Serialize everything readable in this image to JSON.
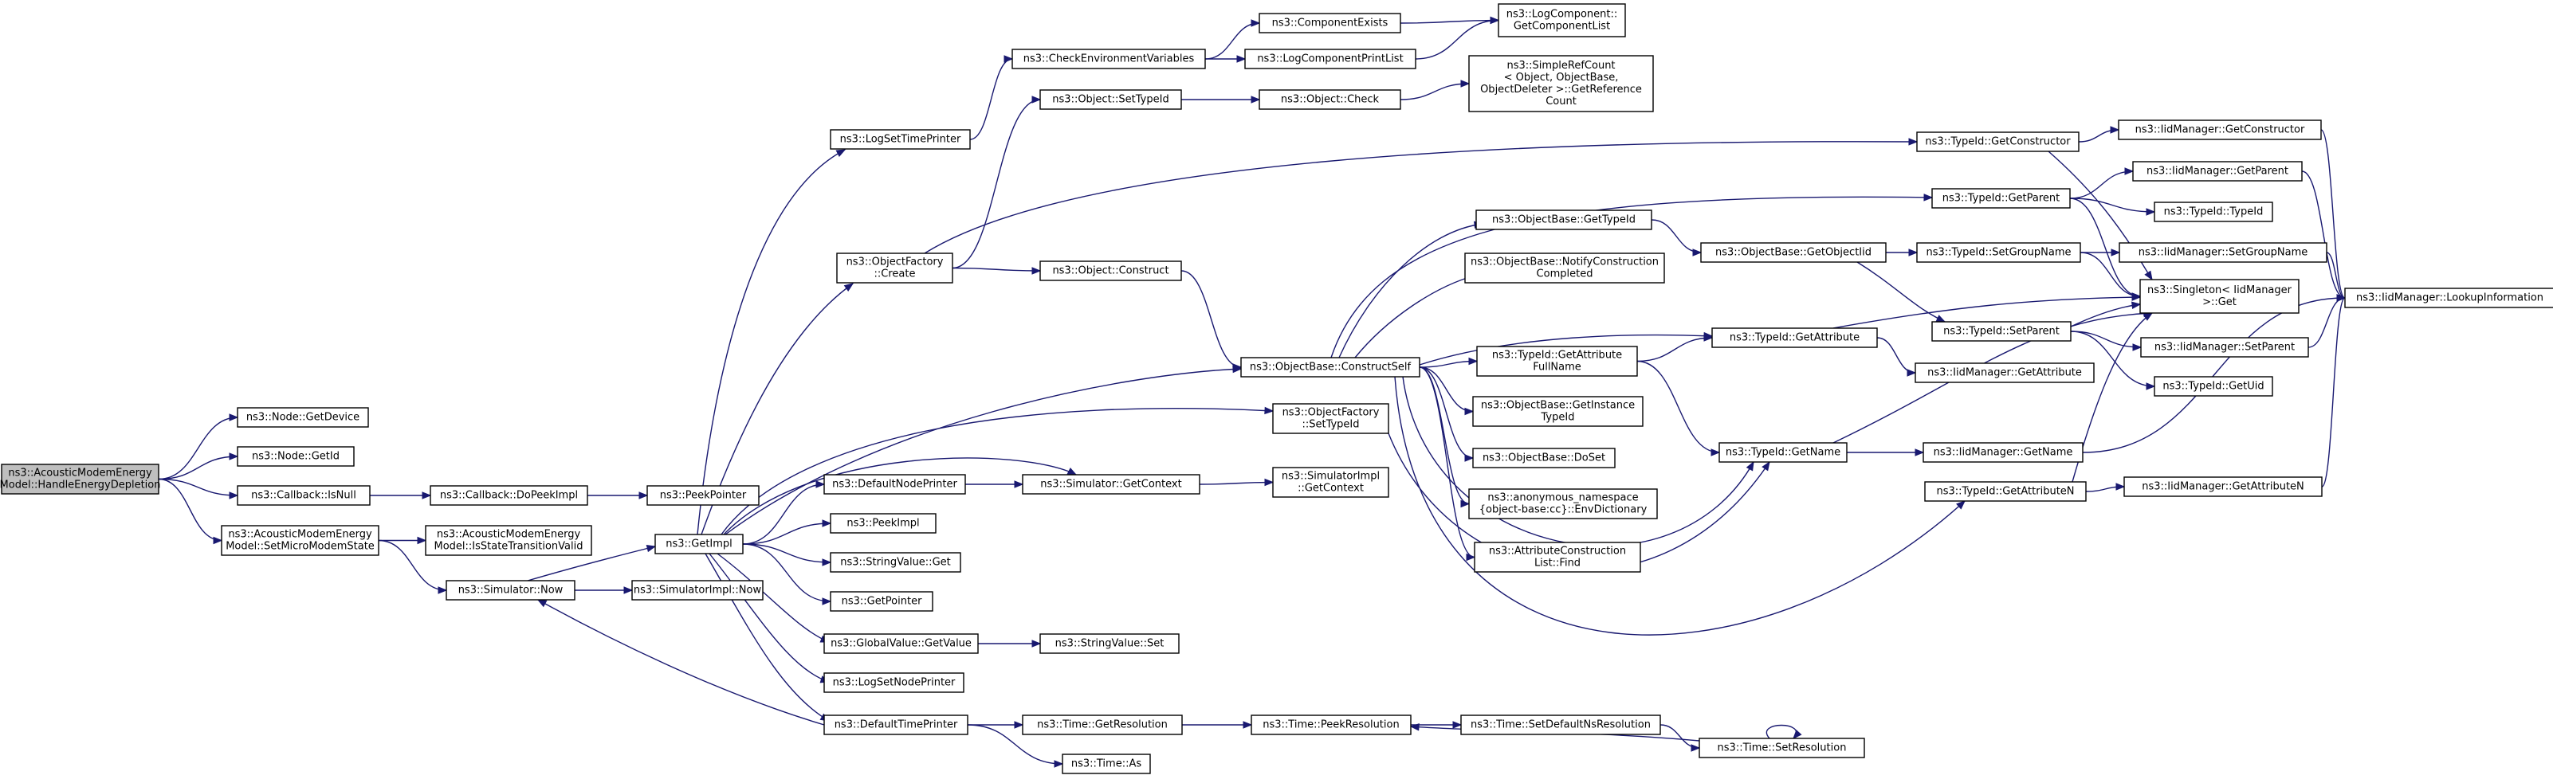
{
  "graph": {
    "colors": {
      "edge": "#191970",
      "node_fill": "#ffffff",
      "root_fill": "#bfbfbf",
      "node_border": "#000000"
    },
    "nodes": [
      {
        "id": "root",
        "lines": [
          "ns3::AcousticModemEnergy",
          "Model::HandleEnergyDepletion"
        ],
        "root": true
      },
      {
        "id": "getdevice",
        "lines": [
          "ns3::Node::GetDevice"
        ]
      },
      {
        "id": "nodegetid",
        "lines": [
          "ns3::Node::GetId"
        ]
      },
      {
        "id": "isnull",
        "lines": [
          "ns3::Callback::IsNull"
        ]
      },
      {
        "id": "setmicro",
        "lines": [
          "ns3::AcousticModemEnergy",
          "Model::SetMicroModemState"
        ]
      },
      {
        "id": "dopeekimpl",
        "lines": [
          "ns3::Callback::DoPeekImpl"
        ]
      },
      {
        "id": "peekpointer",
        "lines": [
          "ns3::PeekPointer"
        ]
      },
      {
        "id": "isstatevalid",
        "lines": [
          "ns3::AcousticModemEnergy",
          "Model::IsStateTransitionValid"
        ]
      },
      {
        "id": "getimpl",
        "lines": [
          "ns3::GetImpl"
        ]
      },
      {
        "id": "simnow",
        "lines": [
          "ns3::Simulator::Now"
        ]
      },
      {
        "id": "simimplnow",
        "lines": [
          "ns3::SimulatorImpl::Now"
        ]
      },
      {
        "id": "logsettimeprinter",
        "lines": [
          "ns3::LogSetTimePrinter"
        ]
      },
      {
        "id": "ofcreate",
        "lines": [
          "ns3::ObjectFactory",
          "::Create"
        ]
      },
      {
        "id": "defaultnodeprinter",
        "lines": [
          "ns3::DefaultNodePrinter"
        ]
      },
      {
        "id": "peekimpl",
        "lines": [
          "ns3::PeekImpl"
        ]
      },
      {
        "id": "stringvalueget",
        "lines": [
          "ns3::StringValue::Get"
        ]
      },
      {
        "id": "getpointer",
        "lines": [
          "ns3::GetPointer"
        ]
      },
      {
        "id": "gvgetvalue",
        "lines": [
          "ns3::GlobalValue::GetValue"
        ]
      },
      {
        "id": "logsetnodeprinter",
        "lines": [
          "ns3::LogSetNodePrinter"
        ]
      },
      {
        "id": "defaulttimeprinter",
        "lines": [
          "ns3::DefaultTimePrinter"
        ]
      },
      {
        "id": "checkenv",
        "lines": [
          "ns3::CheckEnvironmentVariables"
        ]
      },
      {
        "id": "objsettypeid",
        "lines": [
          "ns3::Object::SetTypeId"
        ]
      },
      {
        "id": "objconstruct",
        "lines": [
          "ns3::Object::Construct"
        ]
      },
      {
        "id": "simgetcontext",
        "lines": [
          "ns3::Simulator::GetContext"
        ]
      },
      {
        "id": "stringvalueset",
        "lines": [
          "ns3::StringValue::Set"
        ]
      },
      {
        "id": "timegetres",
        "lines": [
          "ns3::Time::GetResolution"
        ]
      },
      {
        "id": "timeas",
        "lines": [
          "ns3::Time::As"
        ]
      },
      {
        "id": "compexists",
        "lines": [
          "ns3::ComponentExists"
        ]
      },
      {
        "id": "logcompprintlist",
        "lines": [
          "ns3::LogComponentPrintList"
        ]
      },
      {
        "id": "objcheck",
        "lines": [
          "ns3::Object::Check"
        ]
      },
      {
        "id": "obconstructself",
        "lines": [
          "ns3::ObjectBase::ConstructSelf"
        ]
      },
      {
        "id": "ofsettypeid",
        "lines": [
          "ns3::ObjectFactory",
          "::SetTypeId"
        ]
      },
      {
        "id": "simimplgetcontext",
        "lines": [
          "ns3::SimulatorImpl",
          "::GetContext"
        ]
      },
      {
        "id": "timepeekres",
        "lines": [
          "ns3::Time::PeekResolution"
        ]
      },
      {
        "id": "logcompgetlist",
        "lines": [
          "ns3::LogComponent::",
          "GetComponentList"
        ]
      },
      {
        "id": "simplerefcount",
        "lines": [
          "ns3::SimpleRefCount",
          "< Object, ObjectBase,",
          "ObjectDeleter >::GetReference",
          "Count"
        ]
      },
      {
        "id": "obgettypeid",
        "lines": [
          "ns3::ObjectBase::GetTypeId"
        ]
      },
      {
        "id": "obnotify",
        "lines": [
          "ns3::ObjectBase::NotifyConstruction",
          "Completed"
        ]
      },
      {
        "id": "tidgetattrfull",
        "lines": [
          "ns3::TypeId::GetAttribute",
          "FullName"
        ]
      },
      {
        "id": "obgetinstance",
        "lines": [
          "ns3::ObjectBase::GetInstance",
          "TypeId"
        ]
      },
      {
        "id": "obdoset",
        "lines": [
          "ns3::ObjectBase::DoSet"
        ]
      },
      {
        "id": "anonenv",
        "lines": [
          "ns3::anonymous_namespace",
          "{object-base:cc}::EnvDictionary"
        ]
      },
      {
        "id": "attrconstfind",
        "lines": [
          "ns3::AttributeConstruction",
          "List::Find"
        ]
      },
      {
        "id": "timesetdefault",
        "lines": [
          "ns3::Time::SetDefaultNsResolution"
        ]
      },
      {
        "id": "obgetobjectiid",
        "lines": [
          "ns3::ObjectBase::GetObjectIid"
        ]
      },
      {
        "id": "tidgetattr",
        "lines": [
          "ns3::TypeId::GetAttribute"
        ]
      },
      {
        "id": "tidgetname",
        "lines": [
          "ns3::TypeId::GetName"
        ]
      },
      {
        "id": "timesetres",
        "lines": [
          "ns3::Time::SetResolution"
        ]
      },
      {
        "id": "tidgetconstructor",
        "lines": [
          "ns3::TypeId::GetConstructor"
        ]
      },
      {
        "id": "tidgetparent",
        "lines": [
          "ns3::TypeId::GetParent"
        ]
      },
      {
        "id": "tidsetgroupname",
        "lines": [
          "ns3::TypeId::SetGroupName"
        ]
      },
      {
        "id": "tidsetparent",
        "lines": [
          "ns3::TypeId::SetParent"
        ]
      },
      {
        "id": "iidgetattr",
        "lines": [
          "ns3::IidManager::GetAttribute"
        ]
      },
      {
        "id": "iidgetname",
        "lines": [
          "ns3::IidManager::GetName"
        ]
      },
      {
        "id": "tidgetattrn",
        "lines": [
          "ns3::TypeId::GetAttributeN"
        ]
      },
      {
        "id": "iidgetconstructor",
        "lines": [
          "ns3::IidManager::GetConstructor"
        ]
      },
      {
        "id": "iidgetparent",
        "lines": [
          "ns3::IidManager::GetParent"
        ]
      },
      {
        "id": "tidtypeid",
        "lines": [
          "ns3::TypeId::TypeId"
        ]
      },
      {
        "id": "iidsetgroupname",
        "lines": [
          "ns3::IidManager::SetGroupName"
        ]
      },
      {
        "id": "singletonget",
        "lines": [
          "ns3::Singleton< IidManager",
          ">::Get"
        ]
      },
      {
        "id": "iidsetparent",
        "lines": [
          "ns3::IidManager::SetParent"
        ]
      },
      {
        "id": "tidgetuid",
        "lines": [
          "ns3::TypeId::GetUid"
        ]
      },
      {
        "id": "iidgetattrn",
        "lines": [
          "ns3::IidManager::GetAttributeN"
        ]
      },
      {
        "id": "iidlookup",
        "lines": [
          "ns3::IidManager::LookupInformation"
        ]
      }
    ],
    "edges": [
      [
        "root",
        "getdevice"
      ],
      [
        "root",
        "nodegetid"
      ],
      [
        "root",
        "isnull"
      ],
      [
        "root",
        "setmicro"
      ],
      [
        "isnull",
        "dopeekimpl"
      ],
      [
        "dopeekimpl",
        "peekpointer"
      ],
      [
        "setmicro",
        "isstatevalid"
      ],
      [
        "setmicro",
        "simnow"
      ],
      [
        "simnow",
        "getimpl"
      ],
      [
        "simnow",
        "simimplnow"
      ],
      [
        "getimpl",
        "logsettimeprinter"
      ],
      [
        "getimpl",
        "ofcreate"
      ],
      [
        "getimpl",
        "defaultnodeprinter"
      ],
      [
        "getimpl",
        "peekimpl"
      ],
      [
        "getimpl",
        "stringvalueget"
      ],
      [
        "getimpl",
        "getpointer"
      ],
      [
        "getimpl",
        "gvgetvalue"
      ],
      [
        "getimpl",
        "logsetnodeprinter"
      ],
      [
        "getimpl",
        "defaulttimeprinter"
      ],
      [
        "getimpl",
        "ofsettypeid"
      ],
      [
        "getimpl",
        "obconstructself"
      ],
      [
        "getimpl",
        "simgetcontext"
      ],
      [
        "logsettimeprinter",
        "checkenv"
      ],
      [
        "checkenv",
        "compexists"
      ],
      [
        "checkenv",
        "logcompprintlist"
      ],
      [
        "compexists",
        "logcompgetlist"
      ],
      [
        "logcompprintlist",
        "logcompgetlist"
      ],
      [
        "ofcreate",
        "objsettypeid"
      ],
      [
        "ofcreate",
        "objconstruct"
      ],
      [
        "ofcreate",
        "tidgetconstructor"
      ],
      [
        "objsettypeid",
        "objcheck"
      ],
      [
        "objcheck",
        "simplerefcount"
      ],
      [
        "objconstruct",
        "obconstructself"
      ],
      [
        "defaultnodeprinter",
        "simgetcontext"
      ],
      [
        "simgetcontext",
        "simimplgetcontext"
      ],
      [
        "gvgetvalue",
        "stringvalueset"
      ],
      [
        "defaulttimeprinter",
        "timegetres"
      ],
      [
        "defaulttimeprinter",
        "timeas"
      ],
      [
        "defaulttimeprinter",
        "simnow"
      ],
      [
        "timegetres",
        "timepeekres"
      ],
      [
        "timepeekres",
        "timesetdefault"
      ],
      [
        "timesetdefault",
        "timesetres"
      ],
      [
        "timesetres",
        "timepeekres"
      ],
      [
        "timesetres",
        "timesetres"
      ],
      [
        "obconstructself",
        "obgettypeid"
      ],
      [
        "obconstructself",
        "obnotify"
      ],
      [
        "obconstructself",
        "tidgetattrfull"
      ],
      [
        "obconstructself",
        "obgetinstance"
      ],
      [
        "obconstructself",
        "obdoset"
      ],
      [
        "obconstructself",
        "anonenv"
      ],
      [
        "obconstructself",
        "attrconstfind"
      ],
      [
        "obconstructself",
        "tidgetattr"
      ],
      [
        "obconstructself",
        "tidgetname"
      ],
      [
        "obconstructself",
        "tidgetparent"
      ],
      [
        "obconstructself",
        "tidgetattrn"
      ],
      [
        "obgettypeid",
        "obgetobjectiid"
      ],
      [
        "obgetobjectiid",
        "tidsetgroupname"
      ],
      [
        "obgetobjectiid",
        "tidsetparent"
      ],
      [
        "tidgetattrfull",
        "tidgetattr"
      ],
      [
        "tidgetattrfull",
        "tidgetname"
      ],
      [
        "tidgetattr",
        "singletonget"
      ],
      [
        "tidgetattr",
        "iidgetattr"
      ],
      [
        "tidgetname",
        "singletonget"
      ],
      [
        "tidgetname",
        "iidgetname"
      ],
      [
        "ofsettypeid",
        "tidgetname"
      ],
      [
        "tidgetconstructor",
        "iidgetconstructor"
      ],
      [
        "tidgetconstructor",
        "singletonget"
      ],
      [
        "tidgetparent",
        "iidgetparent"
      ],
      [
        "tidgetparent",
        "tidtypeid"
      ],
      [
        "tidgetparent",
        "singletonget"
      ],
      [
        "tidsetgroupname",
        "iidsetgroupname"
      ],
      [
        "tidsetgroupname",
        "singletonget"
      ],
      [
        "tidsetparent",
        "singletonget"
      ],
      [
        "tidsetparent",
        "iidsetparent"
      ],
      [
        "tidsetparent",
        "tidgetuid"
      ],
      [
        "tidgetattrn",
        "singletonget"
      ],
      [
        "tidgetattrn",
        "iidgetattrn"
      ],
      [
        "iidgetconstructor",
        "iidlookup"
      ],
      [
        "iidgetparent",
        "iidlookup"
      ],
      [
        "iidsetgroupname",
        "iidlookup"
      ],
      [
        "iidsetparent",
        "iidlookup"
      ],
      [
        "iidgetname",
        "iidlookup"
      ],
      [
        "iidgetattrn",
        "iidlookup"
      ]
    ]
  }
}
